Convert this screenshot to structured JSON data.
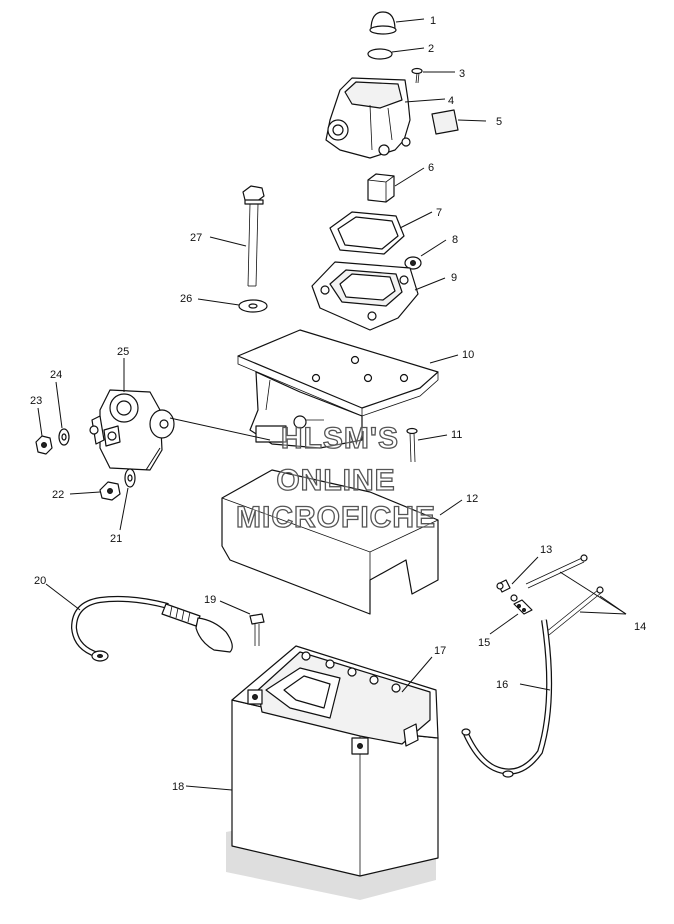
{
  "callouts": [
    "1",
    "2",
    "3",
    "4",
    "5",
    "6",
    "7",
    "8",
    "9",
    "10",
    "11",
    "12",
    "13",
    "14",
    "15",
    "16",
    "17",
    "18",
    "19",
    "20",
    "21",
    "22",
    "23",
    "24",
    "25",
    "26",
    "27"
  ],
  "watermark": {
    "line1": "HLSM'S",
    "line2": "ONLINE",
    "line3": "MICROFICHE"
  },
  "colors": {
    "line": "#111111",
    "background": "#ffffff",
    "watermark_stroke": "#555555"
  }
}
